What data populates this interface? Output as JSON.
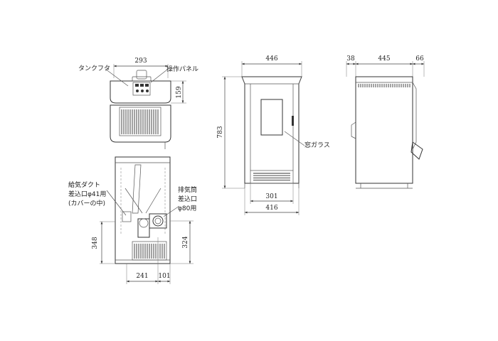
{
  "top_view": {
    "width_dim": "293",
    "height_dim": "159",
    "label_tank_lid": "タンクフタ",
    "label_control_panel": "操作パネル"
  },
  "rear_view": {
    "label_intake_1": "給気ダクト",
    "label_intake_2": "差込口φ41用",
    "label_intake_3": "(カバーの中)",
    "label_exhaust_1": "排気筒",
    "label_exhaust_2": "差込口",
    "label_exhaust_3": "φ80用",
    "dim_348": "348",
    "dim_324": "324",
    "dim_241": "241",
    "dim_101": "101"
  },
  "front_view": {
    "width_dim": "446",
    "height_dim": "783",
    "grill_dim": "301",
    "base_dim": "416",
    "label_window": "窓ガラス"
  },
  "side_view": {
    "dim_left": "38",
    "dim_depth": "445",
    "dim_right": "66"
  }
}
